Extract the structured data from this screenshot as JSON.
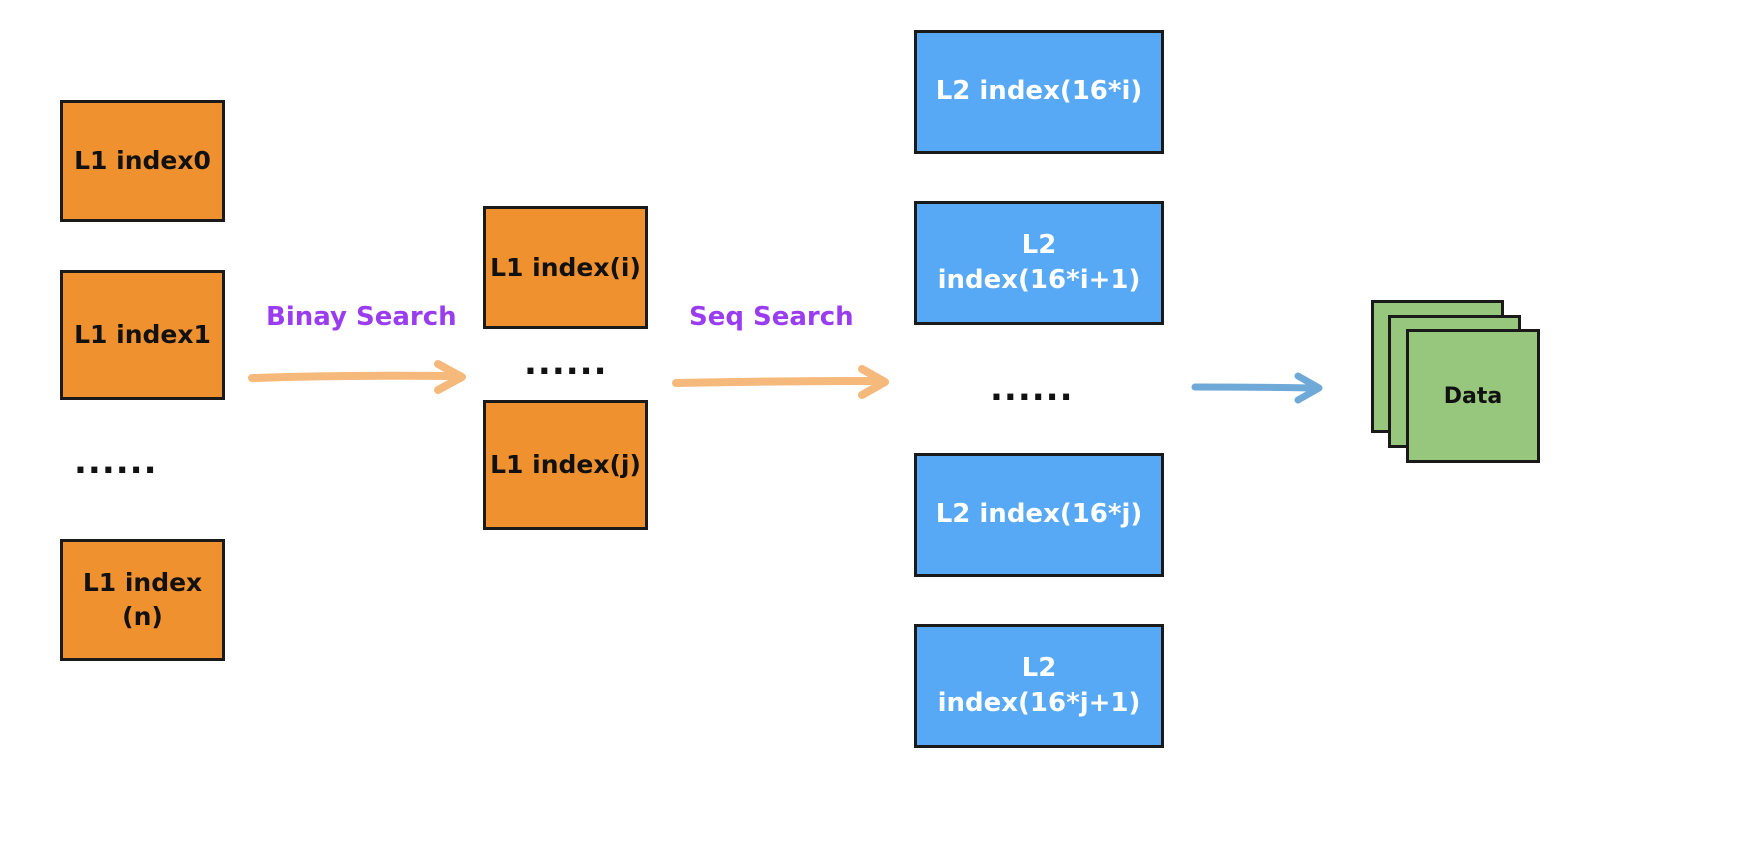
{
  "level1_column": {
    "items": [
      "L1 index0",
      "L1 index1",
      "L1 index\n(n)"
    ],
    "ellipsis": "......"
  },
  "level1_selected": {
    "items": [
      "L1 index(i)",
      "L1 index(j)"
    ],
    "ellipsis": "......"
  },
  "level2_column": {
    "items": [
      "L2 index(16*i)",
      "L2 index(16*i+1)",
      "L2 index(16*j)",
      "L2 index(16*j+1)"
    ],
    "ellipsis": "......"
  },
  "edges": {
    "binary_search_label": "Binay Search",
    "seq_search_label": "Seq Search"
  },
  "data_stack": {
    "label": "Data"
  },
  "colors": {
    "l1_fill": "#f0912f",
    "l2_fill": "#58a9f5",
    "data_fill": "#97c67d",
    "label_purple": "#9a3cf0",
    "arrow_orange": "#f6b97c",
    "arrow_blue": "#6fa9d8"
  }
}
